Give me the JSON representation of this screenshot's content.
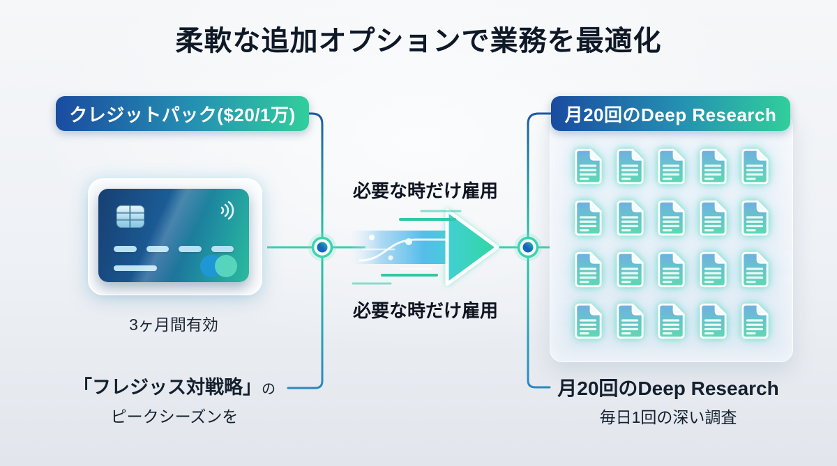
{
  "title": "柔軟な追加オプションで業務を最適化",
  "left_branch": {
    "badge_label": "クレジットパック($20/1万)",
    "card_caption": "3ヶ月間有効",
    "note": {
      "line1_strong": "「フレジッス対戦略」",
      "line1_suffix": "の",
      "line2": "ピークシーズンを"
    }
  },
  "center": {
    "caption_top": "必要な時だけ雇用",
    "caption_bottom": "必要な時だけ雇用"
  },
  "right_branch": {
    "badge_label": "月20回のDeep Research",
    "document_count": 20,
    "grid_rows": 4,
    "grid_columns": 5,
    "note": {
      "line1": "月20回のDeep Research",
      "line2": "毎日1回の深い調査"
    }
  },
  "colors": {
    "badge_gradient_start": "#1a4ba0",
    "badge_gradient_end": "#31cf9b",
    "line_blue": "#1b57a8",
    "line_teal": "#2fcba2",
    "arrow_head_teal": "#2ed89f",
    "title_text": "#0f1826",
    "body_text": "#14202e"
  },
  "icons": {
    "credit_card": "credit-card-illustration",
    "chip": "card-chip-icon",
    "contactless": "contactless-wave-icon",
    "document": "document-icon",
    "arrow": "flow-arrow-icon",
    "node": "connector-node"
  }
}
